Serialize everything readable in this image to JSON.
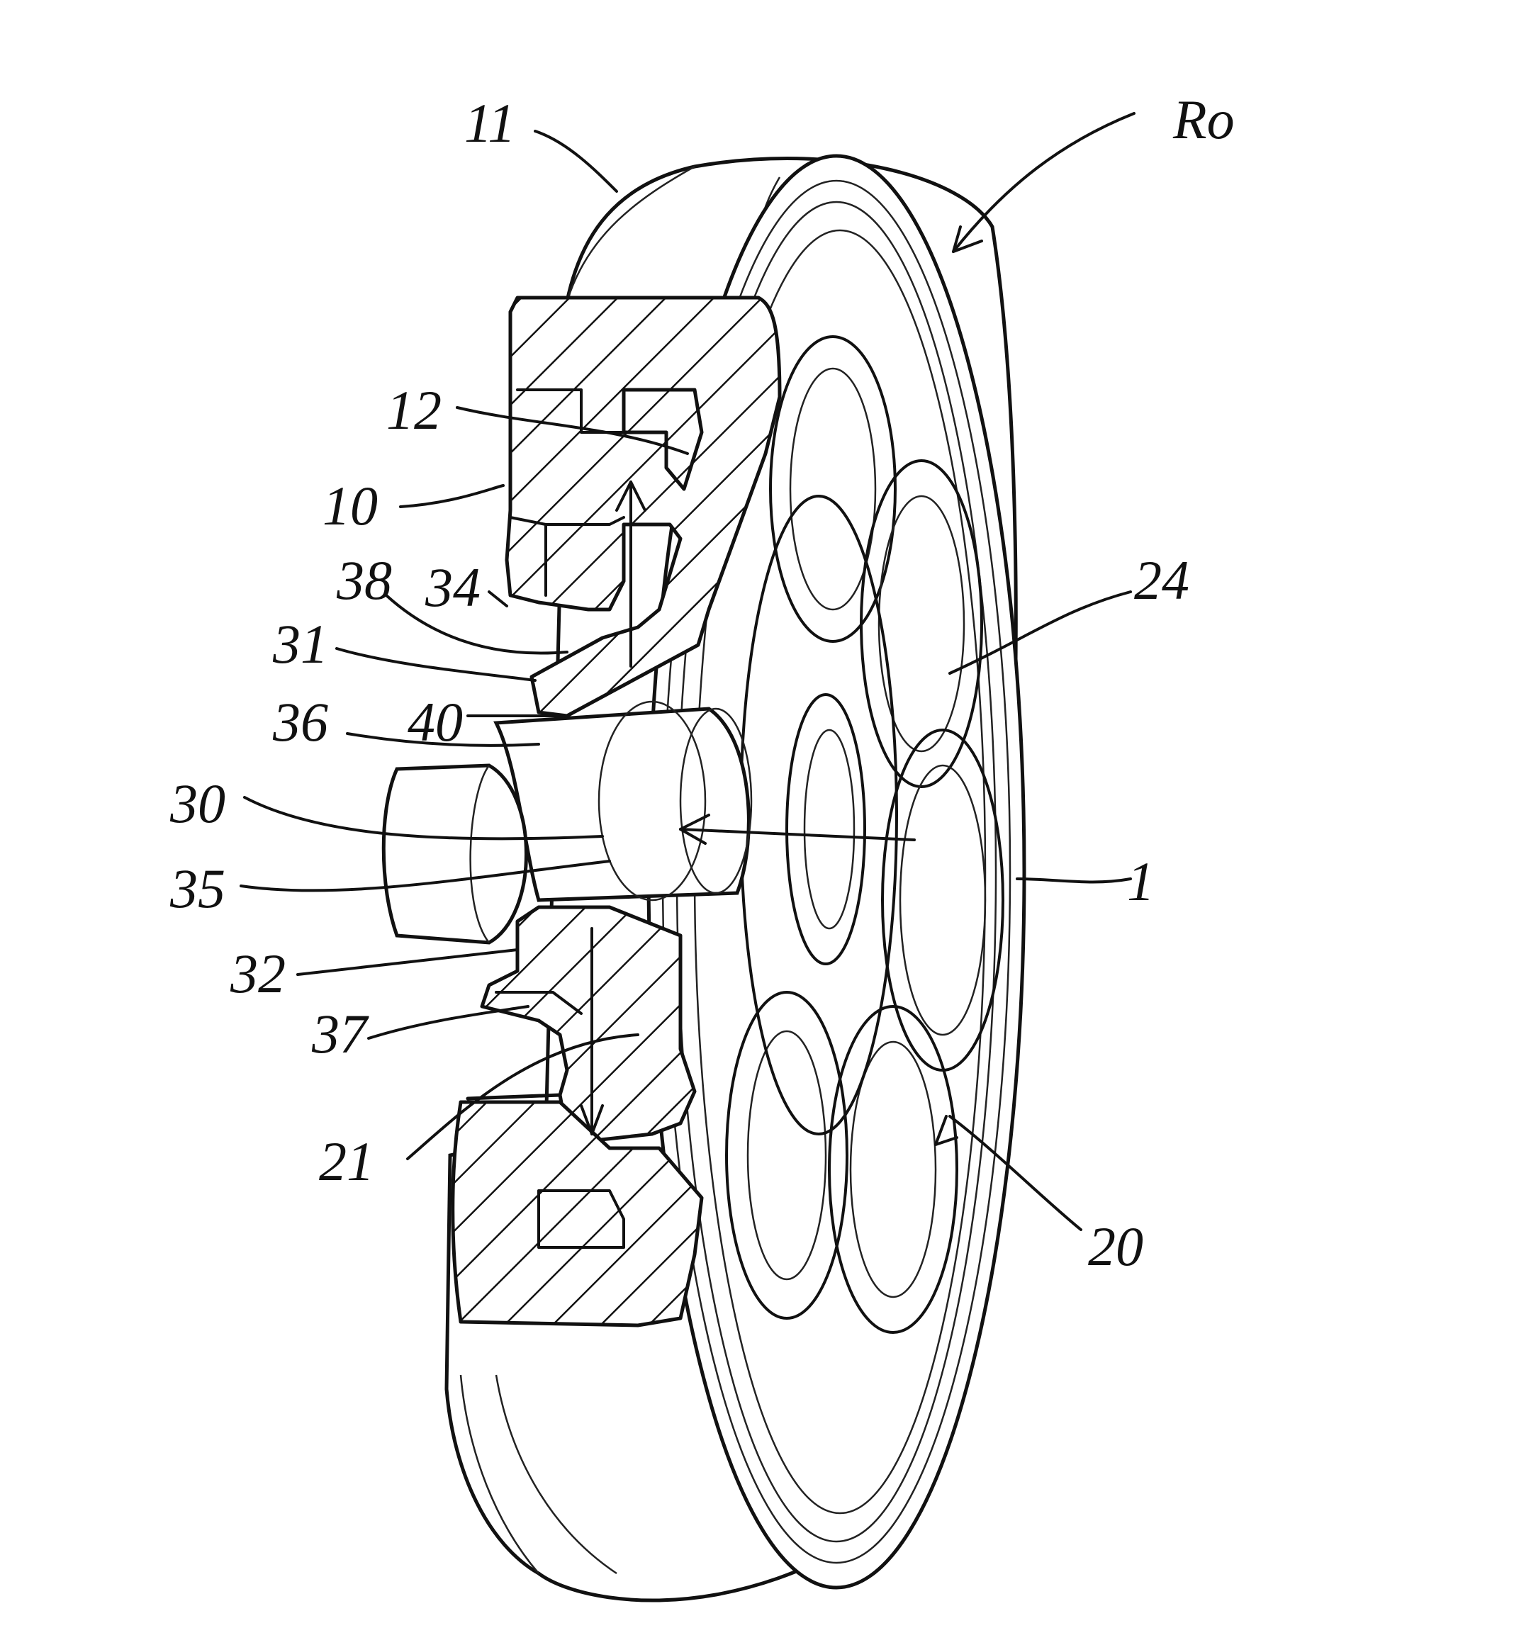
{
  "labels": {
    "l11": "11",
    "lRo": "Ro",
    "l12": "12",
    "l10": "10",
    "l38": "38",
    "l34": "34",
    "l31": "31",
    "l36": "36",
    "l40": "40",
    "l30": "30",
    "l35": "35",
    "l32": "32",
    "l37": "37",
    "l21": "21",
    "l24": "24",
    "l1": "1",
    "l20": "20"
  },
  "colors": {
    "ink": "#111111",
    "paper": "#ffffff"
  }
}
